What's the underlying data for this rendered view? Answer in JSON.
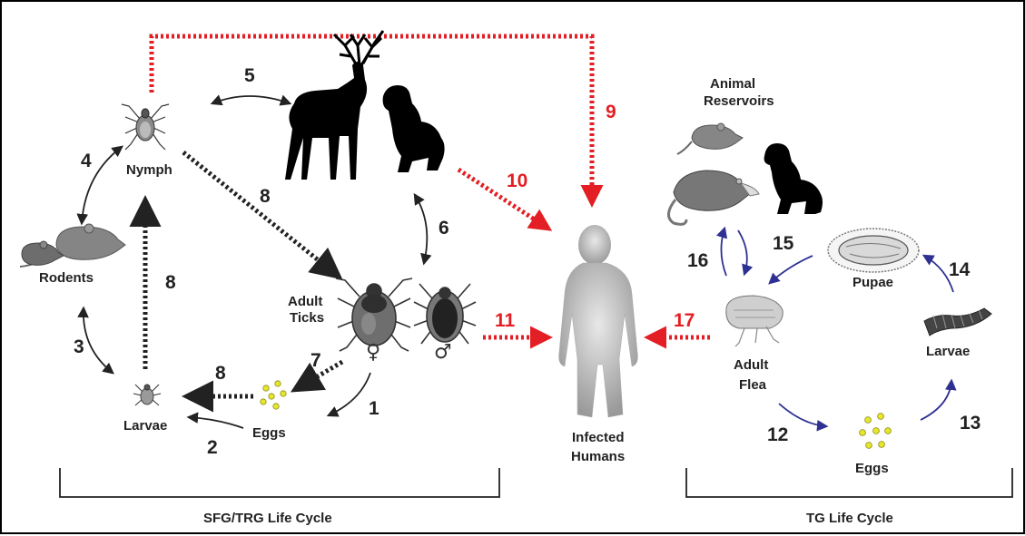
{
  "labels": {
    "nymph": "Nymph",
    "rodents": "Rodents",
    "larvae_tick": "Larvae",
    "eggs_tick": "Eggs",
    "adult_ticks_1": "Adult",
    "adult_ticks_2": "Ticks",
    "infected_1": "Infected",
    "infected_2": "Humans",
    "animal_res_1": "Animal",
    "animal_res_2": "Reservoirs",
    "pupae": "Pupae",
    "adult_flea_1": "Adult",
    "adult_flea_2": "Flea",
    "larvae_flea": "Larvae",
    "eggs_flea": "Eggs",
    "sfg_cycle": "SFG/TRG Life Cycle",
    "tg_cycle": "TG Life Cycle",
    "female": "♀",
    "male": "♂"
  },
  "numbers": {
    "n1": "1",
    "n2": "2",
    "n3": "3",
    "n4": "4",
    "n5": "5",
    "n6": "6",
    "n7": "7",
    "n8a": "8",
    "n8b": "8",
    "n8c": "8",
    "n9": "9",
    "n10": "10",
    "n11": "11",
    "n12": "12",
    "n13": "13",
    "n14": "14",
    "n15": "15",
    "n16": "16",
    "n17": "17"
  },
  "colors": {
    "black_arrow": "#222222",
    "red_arrow": "#e31e24",
    "blue_arrow": "#2e3192",
    "egg_yellow": "#e8e62a"
  },
  "icons": [
    "tick-nymph-icon",
    "tick-larva-icon",
    "rodent-icon",
    "deer-icon",
    "dog-icon",
    "female-tick-icon",
    "male-tick-icon",
    "human-icon",
    "rat-icon",
    "opossum-icon",
    "flea-icon",
    "pupa-icon",
    "flea-larva-icon",
    "eggs-icon"
  ]
}
